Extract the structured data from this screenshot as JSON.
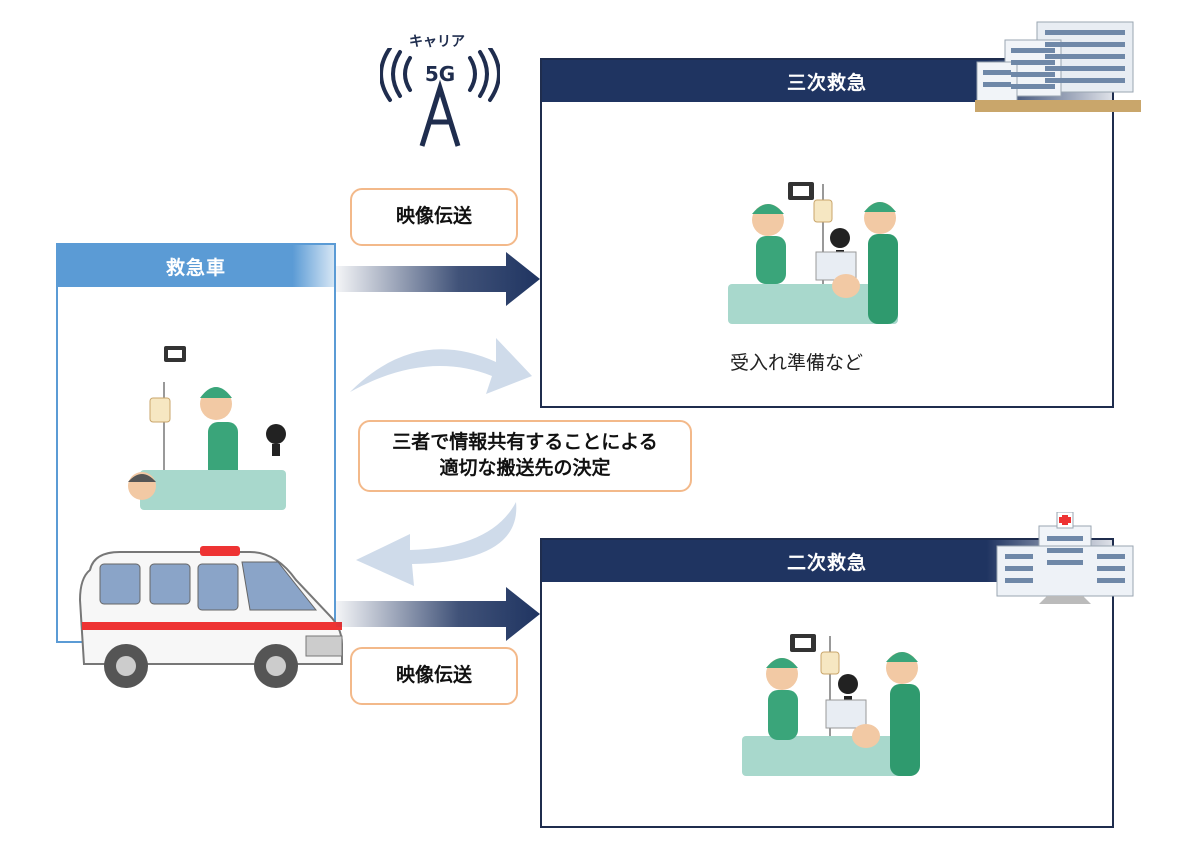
{
  "tower": {
    "carrier_label": "キャリア",
    "badge": "5G"
  },
  "tertiary": {
    "title": "三次救急",
    "caption": "受入れ準備など"
  },
  "secondary": {
    "title": "二次救急"
  },
  "ambulance": {
    "title": "救急車"
  },
  "transfer_top": {
    "label": "映像伝送"
  },
  "transfer_bottom": {
    "label": "映像伝送"
  },
  "center_note": {
    "line1": "三者で情報共有することによる",
    "line2": "適切な搬送先の決定"
  },
  "colors": {
    "navy": "#1f3461",
    "ambulance_blue": "#5b9bd5",
    "label_border": "#f3b98a",
    "curved_arrow": "#cfdbea",
    "scrub_green": "#3aa57a"
  }
}
